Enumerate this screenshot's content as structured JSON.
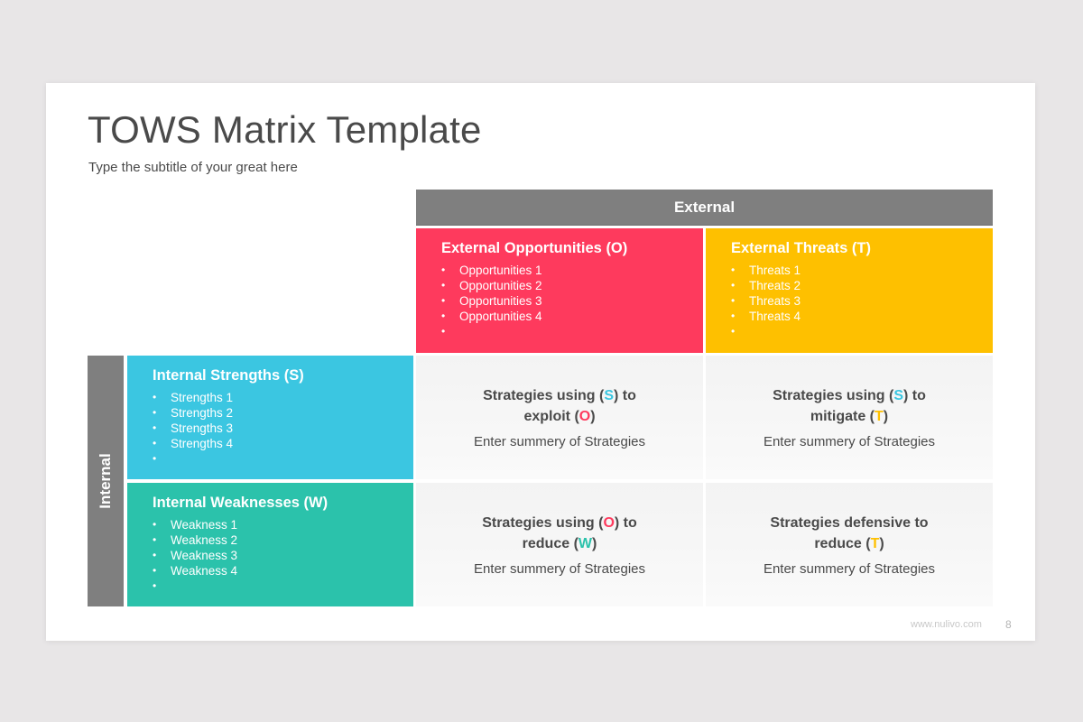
{
  "slide": {
    "title": "TOWS Matrix Template",
    "subtitle": "Type the subtitle of your great here",
    "footer_url": "www.nulivo.com",
    "page_number": "8"
  },
  "colors": {
    "opportunities": "#fe3a5d",
    "threats": "#fec000",
    "strengths": "#3bc6e1",
    "weaknesses": "#2bc2ab",
    "axis_bar": "#7f7f7f",
    "text": "#4a4a4a"
  },
  "matrix": {
    "external_label": "External",
    "internal_label": "Internal",
    "opportunities": {
      "title": "External Opportunities (O)",
      "items": [
        "Opportunities 1",
        "Opportunities 2",
        "Opportunities 3",
        "Opportunities 4",
        ""
      ]
    },
    "threats": {
      "title": "External Threats (T)",
      "items": [
        "Threats 1",
        "Threats 2",
        "Threats 3",
        "Threats 4",
        ""
      ]
    },
    "strengths": {
      "title": "Internal Strengths (S)",
      "items": [
        "Strengths 1",
        "Strengths 2",
        "Strengths 3",
        "Strengths 4",
        ""
      ]
    },
    "weaknesses": {
      "title": "Internal Weaknesses (W)",
      "items": [
        "Weakness 1",
        "Weakness 2",
        "Weakness 3",
        "Weakness 4",
        ""
      ]
    },
    "so": {
      "head_pre": "Strategies using (",
      "head_l1": "S",
      "head_mid": ") to exploit (",
      "head_l2": "O",
      "head_post": ")",
      "summary": "Enter summery of Strategies"
    },
    "st": {
      "head_pre": "Strategies using (",
      "head_l1": "S",
      "head_mid": ") to mitigate (",
      "head_l2": "T",
      "head_post": ")",
      "summary": "Enter summery of Strategies"
    },
    "wo": {
      "head_pre": "Strategies using (",
      "head_l1": "O",
      "head_mid": ") to reduce (",
      "head_l2": "W",
      "head_post": ")",
      "summary": "Enter summery of Strategies"
    },
    "wt": {
      "head_pre": "Strategies defensive to reduce (",
      "head_l1": "T",
      "head_post": ")",
      "summary": "Enter summery of Strategies"
    }
  }
}
